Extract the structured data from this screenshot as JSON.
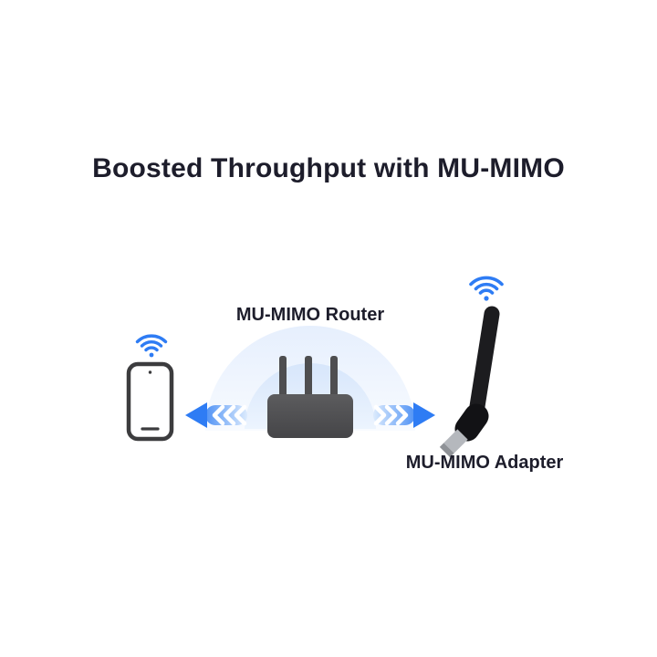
{
  "title": "Boosted Throughput with MU-MIMO",
  "diagram": {
    "router_label": "MU-MIMO Router",
    "adapter_label": "MU-MIMO Adapter",
    "icons": [
      "wifi-signal-icon",
      "smartphone-icon",
      "router-icon",
      "usb-wifi-adapter-icon",
      "left-data-arrow-icon",
      "right-data-arrow-icon",
      "signal-glow-dome"
    ]
  },
  "colors": {
    "accent_blue": "#2e7cf4",
    "arrow_light_blue": "#d9e8fd",
    "glow_outer": "#e9f1fd",
    "glow_inner": "#d9e7fb",
    "router_gray": "#4e4e50",
    "device_outline": "#3c3c3e",
    "adapter_black": "#1c1c1f",
    "usb_silver": "#b5b8bd",
    "text_dark": "#1d1d2b",
    "background": "#ffffff"
  }
}
